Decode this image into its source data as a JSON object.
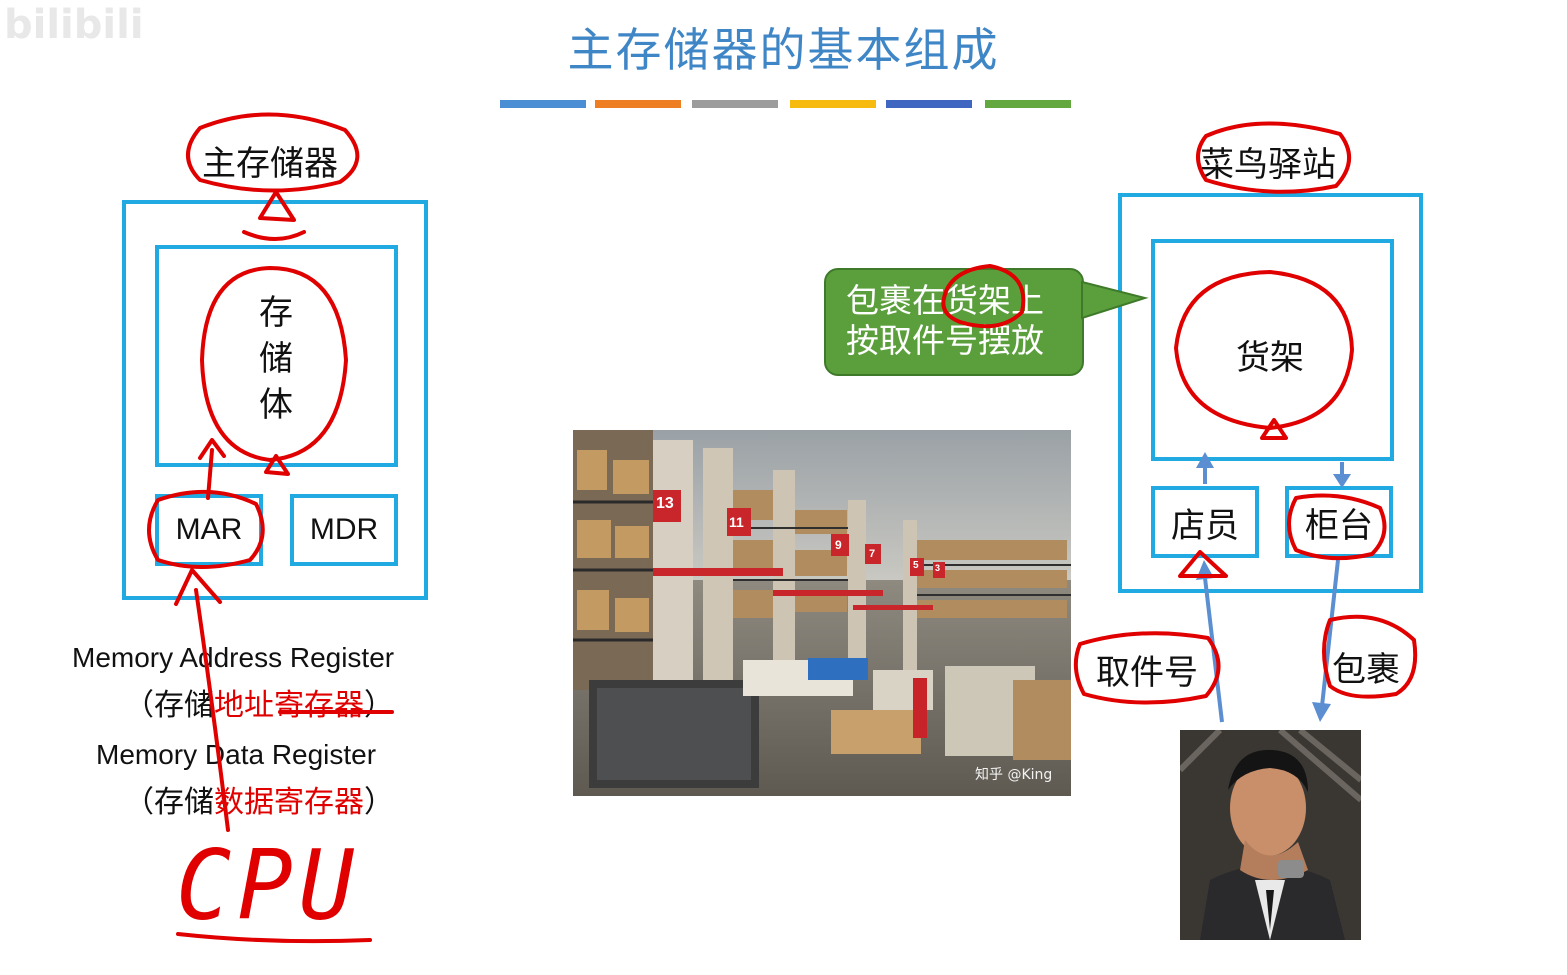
{
  "watermark": "bilibili",
  "title": "主存储器的基本组成",
  "colors": {
    "accent_blue": "#21a9e1",
    "title_blue": "#3f86c6",
    "callout_green": "#5b9f3c",
    "annotation_red": "#e00000",
    "arrow_blue": "#5b8fd1",
    "divider": [
      "#4a8fd4",
      "#ef7d22",
      "#9c9c9c",
      "#f7bb0f",
      "#3f67c2",
      "#62a83e"
    ]
  },
  "left": {
    "main_label": "主存储器",
    "storage_label": "存储体",
    "mar": "MAR",
    "mdr": "MDR",
    "mar_full": "Memory Address Register",
    "mar_cn_prefix": "（存储",
    "mar_cn_red": "地址寄存器",
    "mar_cn_suffix": "）",
    "mdr_full": "Memory Data Register",
    "mdr_cn_prefix": "（存储",
    "mdr_cn_red": "数据寄存器",
    "mdr_cn_suffix": "）",
    "cpu_handwritten": "CPU"
  },
  "middle": {
    "callout": [
      "包裹在货架上",
      "按取件号摆放"
    ],
    "photo_watermark": "知乎 @King",
    "shelf_numbers": [
      "13",
      "11",
      "9",
      "7",
      "5",
      "3"
    ]
  },
  "right": {
    "station_label": "菜鸟驿站",
    "shelf_label": "货架",
    "clerk": "店员",
    "counter": "柜台",
    "pickup_code": "取件号",
    "parcel": "包裹"
  }
}
